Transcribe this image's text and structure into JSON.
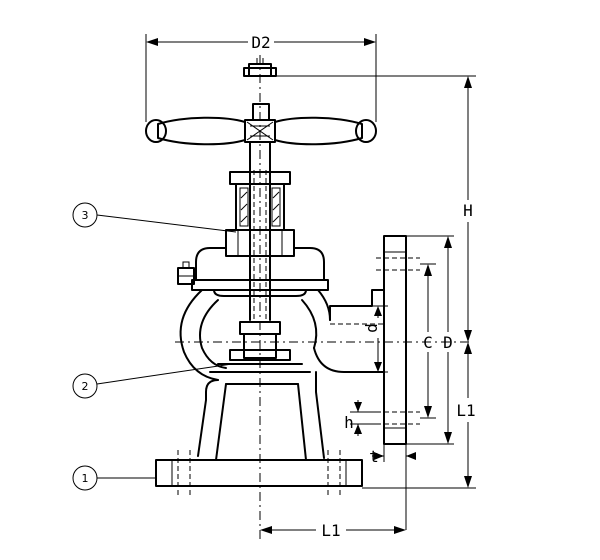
{
  "labels": {
    "d2": "D2",
    "h_total": "H",
    "c": "C",
    "d_outer": "D",
    "d_bore": "d",
    "l1_right": "L1",
    "l1_bottom": "L1",
    "h_bolt": "h",
    "t": "t"
  },
  "callouts": [
    {
      "number": "1"
    },
    {
      "number": "2"
    },
    {
      "number": "3"
    }
  ]
}
